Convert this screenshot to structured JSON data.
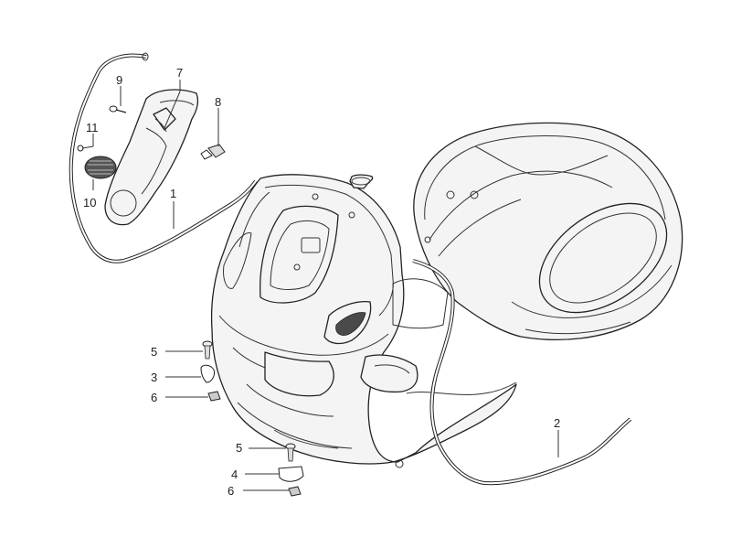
{
  "callouts": [
    {
      "id": "c1",
      "label": "1"
    },
    {
      "id": "c2",
      "label": "2"
    },
    {
      "id": "c3",
      "label": "3"
    },
    {
      "id": "c4",
      "label": "4"
    },
    {
      "id": "c5a",
      "label": "5"
    },
    {
      "id": "c5b",
      "label": "5"
    },
    {
      "id": "c6a",
      "label": "6"
    },
    {
      "id": "c6b",
      "label": "6"
    },
    {
      "id": "c7",
      "label": "7"
    },
    {
      "id": "c8",
      "label": "8"
    },
    {
      "id": "c9",
      "label": "9"
    },
    {
      "id": "c10",
      "label": "10"
    },
    {
      "id": "c11",
      "label": "11"
    }
  ]
}
